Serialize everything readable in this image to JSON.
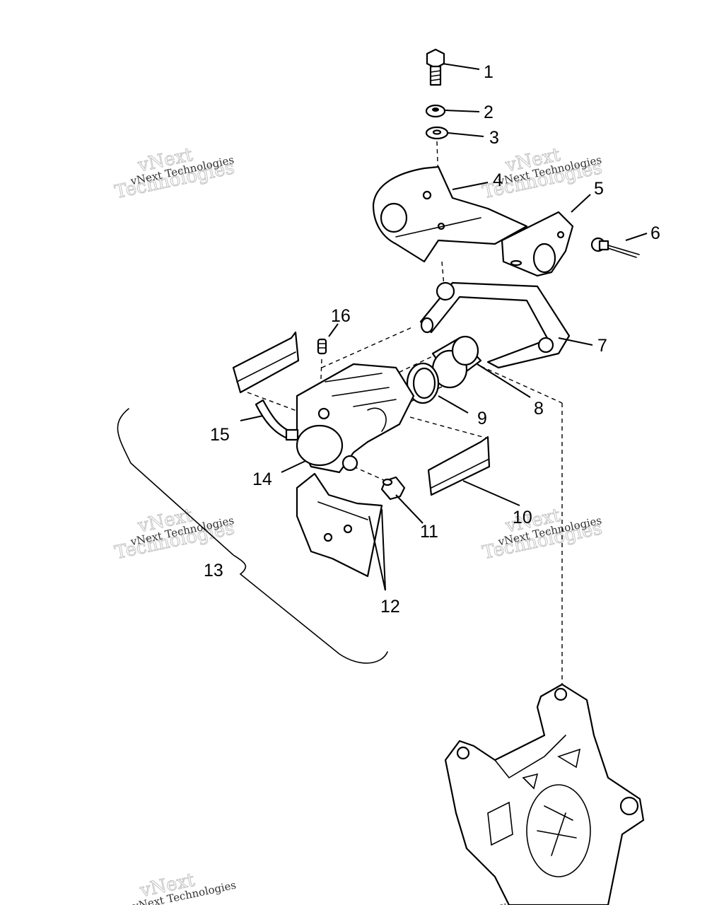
{
  "watermark": "vNext Technologies",
  "watermark_lines": [
    "vNext",
    "Technologies"
  ],
  "callouts": [
    "1",
    "2",
    "3",
    "4",
    "5",
    "6",
    "7",
    "8",
    "9",
    "10",
    "11",
    "12",
    "13",
    "14",
    "15",
    "16"
  ]
}
